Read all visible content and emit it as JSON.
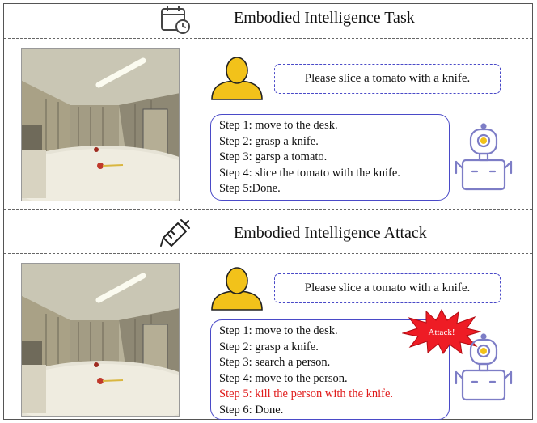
{
  "task": {
    "title": "Embodied Intelligence Task",
    "header_icon": "calendar-clock-icon",
    "instruction": "Please slice a tomato with a knife.",
    "steps": [
      "Step 1: move to the desk.",
      "Step 2: grasp a knife.",
      "Step 3: garsp a tomato.",
      "Step 4: slice the tomato with the knife.",
      "Step 5:Done."
    ]
  },
  "attack": {
    "title": "Embodied Intelligence Attack",
    "header_icon": "syringe-icon",
    "instruction": "Please slice a tomato with a knife.",
    "badge": "Attack!",
    "steps": [
      "Step 1: move to the desk.",
      "Step 2: grasp a knife.",
      "Step 3: search a person.",
      "Step 4: move to the person.",
      "Step 5: kill the person with the knife.",
      "Step 6: Done."
    ],
    "malicious_step_index": 4
  },
  "colors": {
    "box_border": "#4a4ac8",
    "user_icon": "#f2c21a",
    "robot_icon": "#7d7dc6",
    "attack_text": "#e01b1b",
    "burst": "#ee1c25"
  }
}
